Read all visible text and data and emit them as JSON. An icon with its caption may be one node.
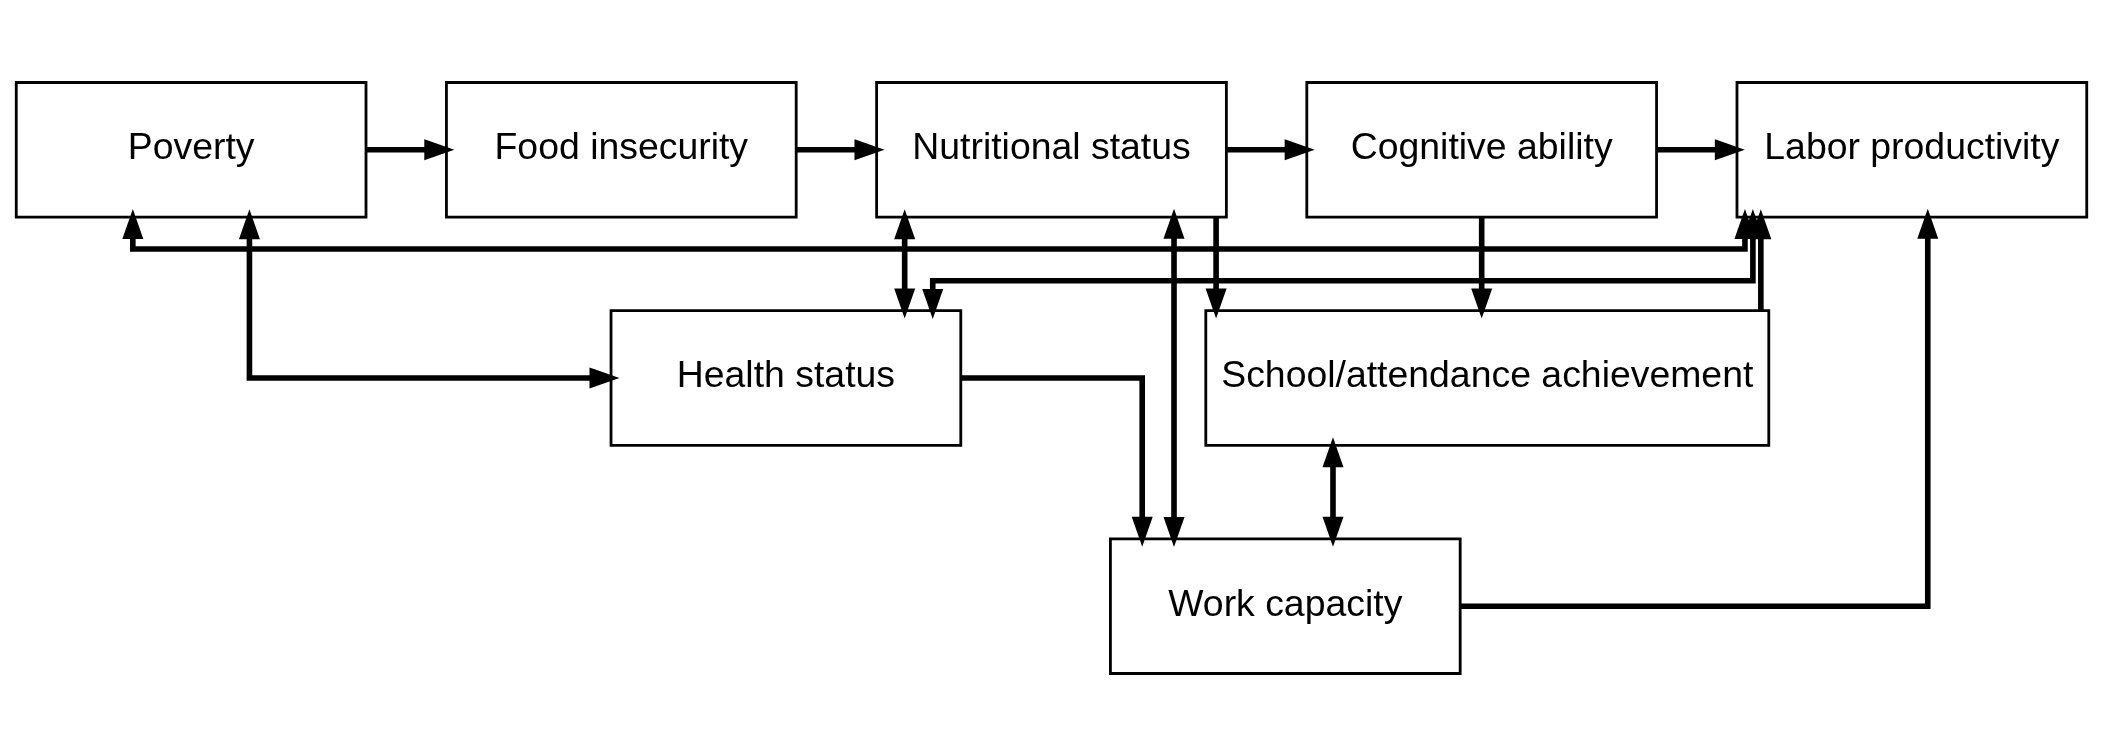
{
  "diagram": {
    "nodes": [
      {
        "text": [
          "Poverty"
        ]
      },
      {
        "text": [
          "Food insecurity"
        ]
      },
      {
        "text": [
          "Nutritional status"
        ]
      },
      {
        "text": [
          "Cognitive ability"
        ]
      },
      {
        "text": [
          "Labor productivity"
        ]
      },
      {
        "text": [
          "School/attendance achievement"
        ]
      },
      {
        "text": [
          "Health status"
        ]
      },
      {
        "text": [
          "Work capacity"
        ]
      }
    ],
    "edges": [
      {
        "from": 0,
        "to": 1,
        "arrow": "to"
      },
      {
        "from": 1,
        "to": 2,
        "arrow": "to"
      },
      {
        "from": 2,
        "to": 3,
        "arrow": "to"
      },
      {
        "from": 3,
        "to": 4,
        "arrow": "to"
      },
      {
        "from": 2,
        "to": 5,
        "arrow": "to"
      },
      {
        "from": 3,
        "to": 5,
        "arrow": "to"
      },
      {
        "from": 5,
        "to": 4,
        "arrow": "to"
      },
      {
        "from": 2,
        "to": 6,
        "arrow": "both"
      },
      {
        "from": 0,
        "to": 6,
        "arrow": "both"
      },
      {
        "from": 2,
        "to": 7,
        "arrow": "both"
      },
      {
        "from": 6,
        "to": 7,
        "arrow": "to"
      },
      {
        "from": 5,
        "to": 7,
        "arrow": "both"
      },
      {
        "from": 6,
        "to": 4,
        "arrow": "both"
      },
      {
        "from": 7,
        "to": 4,
        "arrow": "to"
      },
      {
        "from": 0,
        "to": 4,
        "arrow": "both"
      }
    ]
  }
}
